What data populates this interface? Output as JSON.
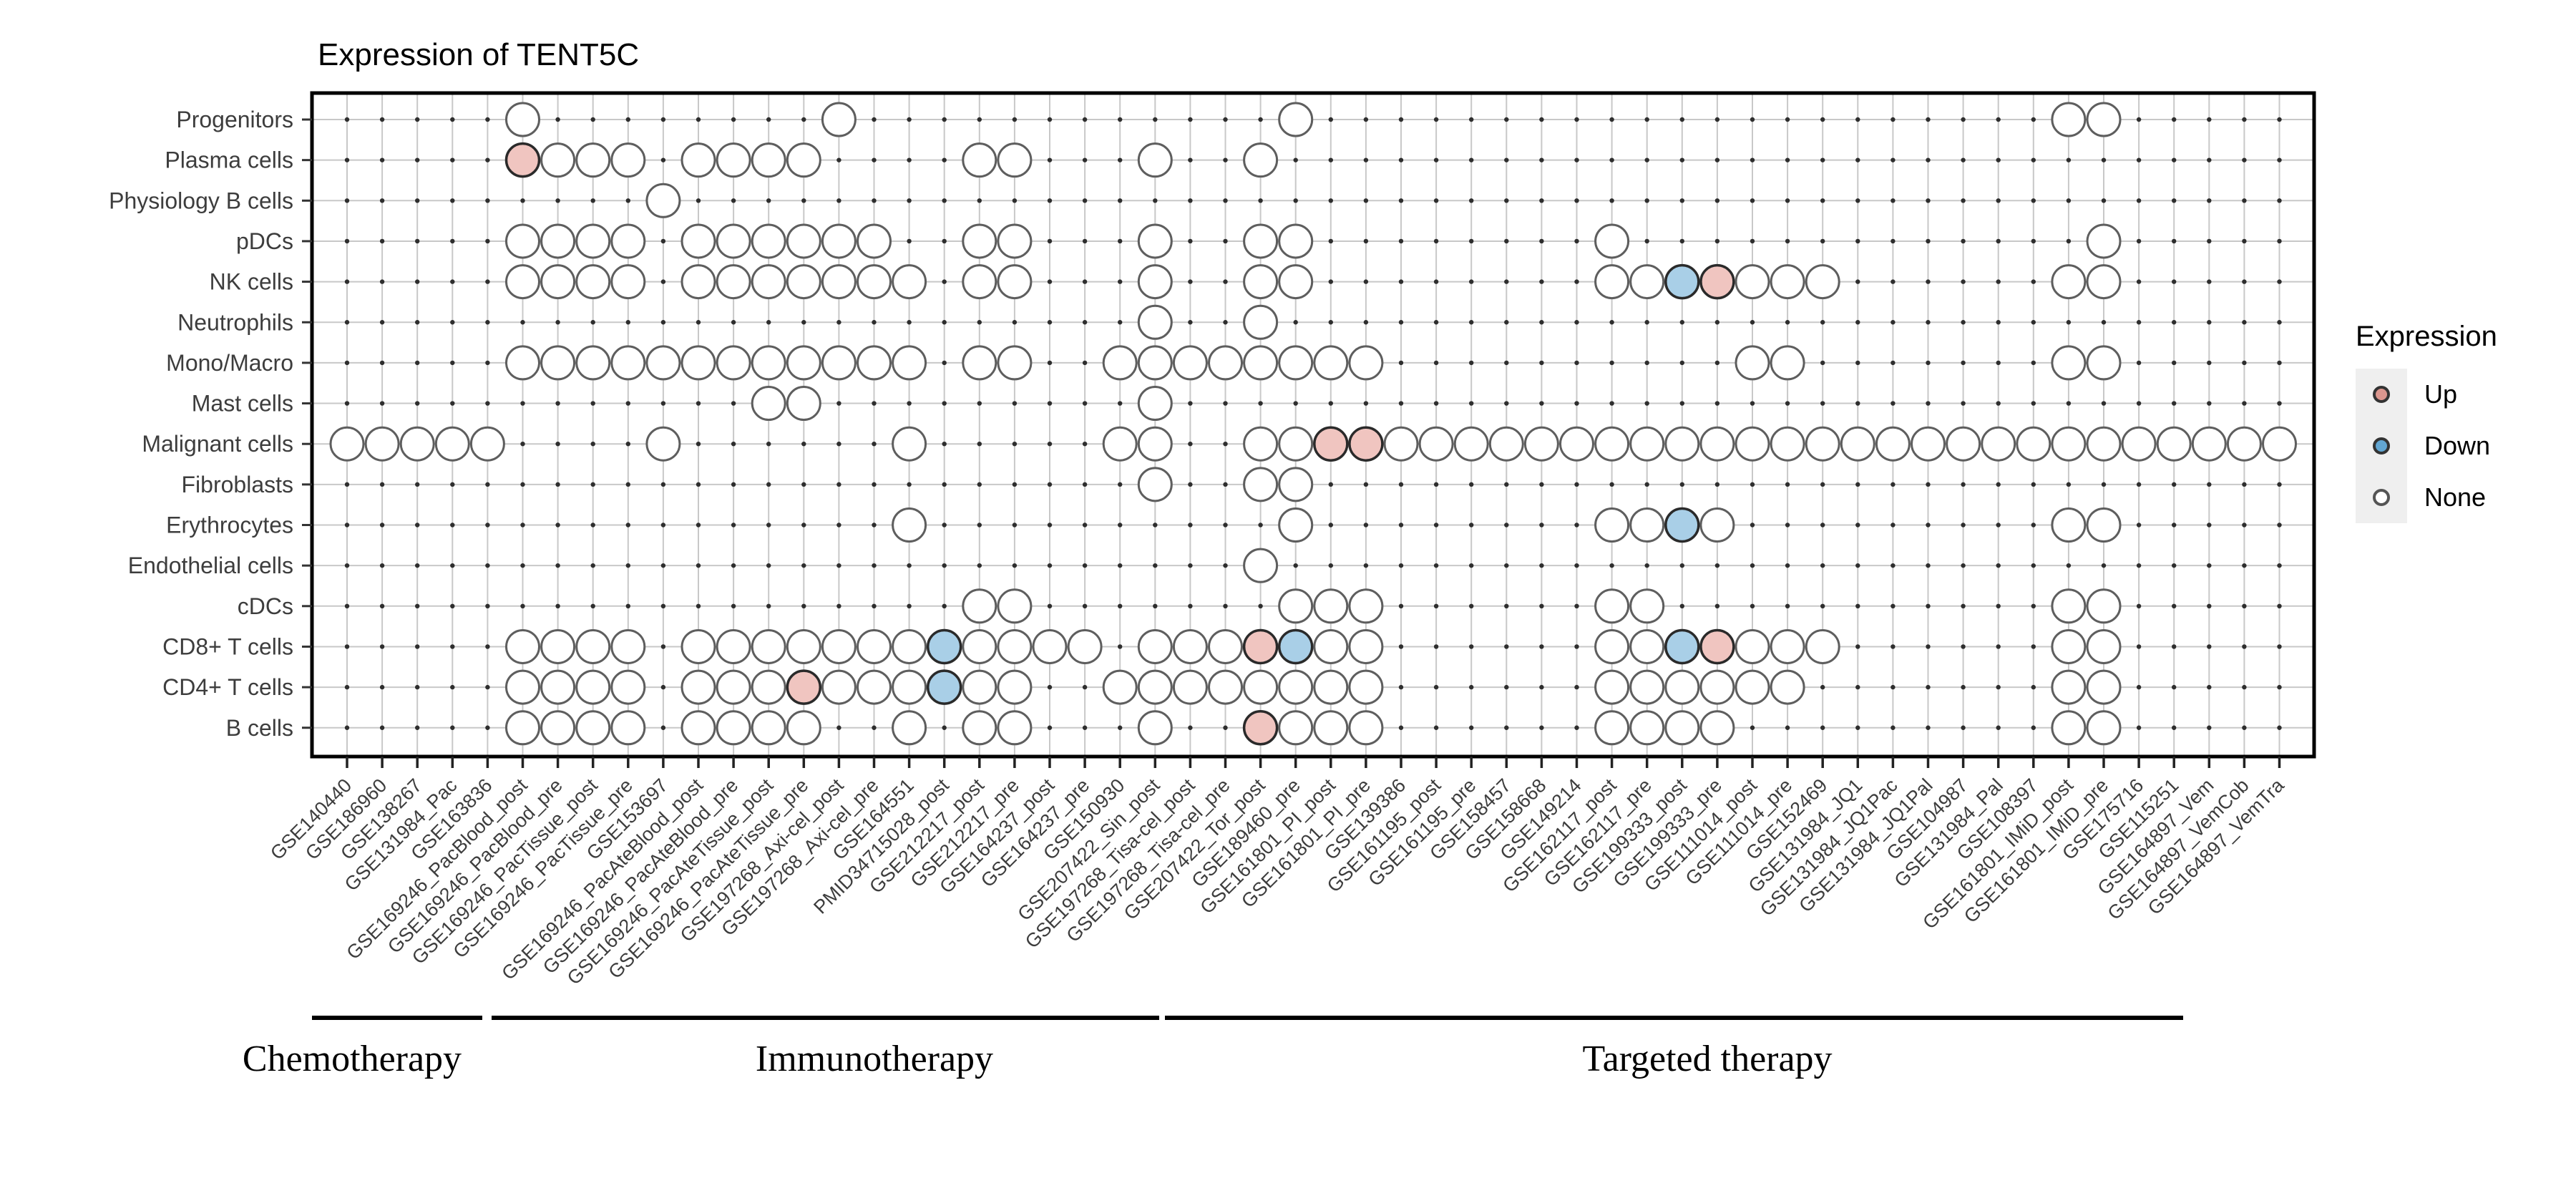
{
  "title": "Expression of TENT5C",
  "legend": {
    "title": "Expression",
    "items": [
      {
        "label": "Up",
        "color": "#DB968E",
        "stroke": "#333333"
      },
      {
        "label": "Down",
        "color": "#62A6D2",
        "stroke": "#333333"
      },
      {
        "label": "None",
        "color": "#FFFFFF",
        "stroke": "#555555"
      }
    ]
  },
  "chart_data": {
    "type": "dot-matrix",
    "title": "Expression of TENT5C",
    "legend_states": {
      "up": "Up",
      "down": "Down",
      "none": "None"
    },
    "colors": {
      "up_fill": "#F0C5C0",
      "down_fill": "#A9CFE7",
      "none_fill": "#FFFFFF",
      "colored_stroke": "#2A2A2A",
      "none_stroke": "#5E5E5E",
      "grid": "#C8C8C8",
      "dot": "#2E2E2E",
      "border": "#000000",
      "label": "#3D3D3D"
    },
    "rows": [
      "Progenitors",
      "Plasma cells",
      "Physiology B cells",
      "pDCs",
      "NK cells",
      "Neutrophils",
      "Mono/Macro",
      "Mast cells",
      "Malignant cells",
      "Fibroblasts",
      "Erythrocytes",
      "Endothelial cells",
      "cDCs",
      "CD8+ T cells",
      "CD4+ T cells",
      "B cells"
    ],
    "columns": [
      "GSE140440",
      "GSE186960",
      "GSE138267",
      "GSE131984_Pac",
      "GSE163836",
      "GSE169246_PacBlood_post",
      "GSE169246_PacBlood_pre",
      "GSE169246_PacTissue_post",
      "GSE169246_PacTissue_pre",
      "GSE153697",
      "GSE169246_PacAteBlood_post",
      "GSE169246_PacAteBlood_pre",
      "GSE169246_PacAteTissue_post",
      "GSE169246_PacAteTissue_pre",
      "GSE197268_Axi-cel_post",
      "GSE197268_Axi-cel_pre",
      "GSE164551",
      "PMID34715028_post",
      "GSE212217_post",
      "GSE212217_pre",
      "GSE164237_post",
      "GSE164237_pre",
      "GSE150930",
      "GSE207422_Sin_post",
      "GSE197268_Tisa-cel_post",
      "GSE197268_Tisa-cel_pre",
      "GSE207422_Tor_post",
      "GSE189460_pre",
      "GSE161801_PI_post",
      "GSE161801_PI_pre",
      "GSE139386",
      "GSE161195_post",
      "GSE161195_pre",
      "GSE158457",
      "GSE158668",
      "GSE149214",
      "GSE162117_post",
      "GSE162117_pre",
      "GSE199333_post",
      "GSE199333_pre",
      "GSE111014_post",
      "GSE111014_pre",
      "GSE152469",
      "GSE131984_JQ1",
      "GSE131984_JQ1Pac",
      "GSE131984_JQ1Pal",
      "GSE104987",
      "GSE131984_Pal",
      "GSE108397",
      "GSE161801_IMiD_post",
      "GSE161801_IMiD_pre",
      "GSE175716",
      "GSE115251",
      "GSE164897_Vem",
      "GSE164897_VemCob",
      "GSE164897_VemTra"
    ],
    "column_groups": [
      {
        "label": "Chemotherapy",
        "first_col": 1,
        "last_col": 4
      },
      {
        "label": "Immunotherapy",
        "first_col": 5,
        "last_col": 23
      },
      {
        "label": "Targeted therapy",
        "first_col": 24,
        "last_col": 56
      }
    ],
    "cells": [
      {
        "row": "Progenitors",
        "none": [
          6,
          15,
          28,
          50,
          51
        ],
        "up": [],
        "down": []
      },
      {
        "row": "Plasma cells",
        "none": [
          7,
          8,
          9,
          11,
          12,
          13,
          14,
          19,
          20,
          24,
          27
        ],
        "up": [
          6
        ],
        "down": []
      },
      {
        "row": "Physiology B cells",
        "none": [
          10
        ],
        "up": [],
        "down": []
      },
      {
        "row": "pDCs",
        "none": [
          6,
          7,
          8,
          9,
          11,
          12,
          13,
          14,
          15,
          16,
          19,
          20,
          24,
          27,
          28,
          37,
          51
        ],
        "up": [],
        "down": []
      },
      {
        "row": "NK cells",
        "none": [
          6,
          7,
          8,
          9,
          11,
          12,
          13,
          14,
          15,
          16,
          17,
          19,
          20,
          24,
          27,
          28,
          37,
          38,
          41,
          42,
          43,
          50,
          51
        ],
        "up": [
          40
        ],
        "down": [
          39
        ]
      },
      {
        "row": "Neutrophils",
        "none": [
          24,
          27
        ],
        "up": [],
        "down": []
      },
      {
        "row": "Mono/Macro",
        "none": [
          6,
          7,
          8,
          9,
          10,
          11,
          12,
          13,
          14,
          15,
          16,
          17,
          19,
          20,
          23,
          24,
          25,
          26,
          27,
          28,
          29,
          30,
          41,
          42,
          50,
          51
        ],
        "up": [],
        "down": []
      },
      {
        "row": "Mast cells",
        "none": [
          13,
          14,
          24
        ],
        "up": [],
        "down": []
      },
      {
        "row": "Malignant cells",
        "none": [
          1,
          2,
          3,
          4,
          5,
          10,
          17,
          23,
          24,
          27,
          28,
          31,
          32,
          33,
          34,
          35,
          36,
          37,
          38,
          39,
          40,
          41,
          42,
          43,
          44,
          45,
          46,
          47,
          48,
          49,
          50,
          51,
          52,
          53,
          54,
          55,
          56
        ],
        "up": [
          29,
          30
        ],
        "down": []
      },
      {
        "row": "Fibroblasts",
        "none": [
          24,
          27,
          28
        ],
        "up": [],
        "down": []
      },
      {
        "row": "Erythrocytes",
        "none": [
          17,
          28,
          37,
          38,
          40,
          50,
          51
        ],
        "up": [],
        "down": [
          39
        ]
      },
      {
        "row": "Endothelial cells",
        "none": [
          27
        ],
        "up": [],
        "down": []
      },
      {
        "row": "cDCs",
        "none": [
          19,
          20,
          28,
          29,
          30,
          37,
          38,
          50,
          51
        ],
        "up": [],
        "down": []
      },
      {
        "row": "CD8+ T cells",
        "none": [
          6,
          7,
          8,
          9,
          11,
          12,
          13,
          14,
          15,
          16,
          17,
          19,
          20,
          21,
          22,
          24,
          25,
          26,
          29,
          30,
          37,
          38,
          41,
          42,
          43,
          50,
          51
        ],
        "up": [
          27,
          40
        ],
        "down": [
          18,
          28,
          39
        ]
      },
      {
        "row": "CD4+ T cells",
        "none": [
          6,
          7,
          8,
          9,
          11,
          12,
          13,
          15,
          16,
          17,
          19,
          20,
          23,
          24,
          25,
          26,
          27,
          28,
          29,
          30,
          37,
          38,
          39,
          40,
          41,
          42,
          50,
          51
        ],
        "up": [
          14
        ],
        "down": [
          18
        ]
      },
      {
        "row": "B cells",
        "none": [
          6,
          7,
          8,
          9,
          11,
          12,
          13,
          14,
          17,
          19,
          20,
          24,
          28,
          29,
          30,
          37,
          38,
          39,
          40,
          50,
          51
        ],
        "up": [
          27
        ],
        "down": []
      }
    ]
  }
}
